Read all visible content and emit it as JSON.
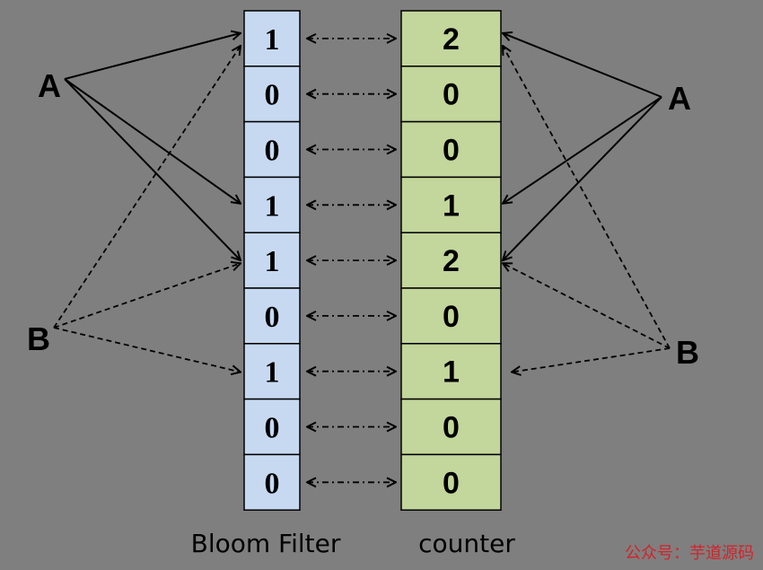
{
  "bloom_filter": {
    "caption": "Bloom Filter",
    "bits": [
      "1",
      "0",
      "0",
      "1",
      "1",
      "0",
      "1",
      "0",
      "0"
    ],
    "fill_color": "#c6d9f1"
  },
  "counter": {
    "caption": "counter",
    "counts": [
      "2",
      "0",
      "0",
      "1",
      "2",
      "0",
      "1",
      "0",
      "0"
    ],
    "fill_color": "#c3d69b"
  },
  "elements": {
    "left_a": "A",
    "left_b": "B",
    "right_a": "A",
    "right_b": "B"
  },
  "hash_mappings": {
    "A": [
      0,
      3,
      4
    ],
    "B": [
      0,
      4,
      6
    ]
  },
  "watermark": "公众号：芋道源码",
  "colors": {
    "background": "#7f7f7f",
    "line": "#000000",
    "watermark": "#d2232a"
  }
}
